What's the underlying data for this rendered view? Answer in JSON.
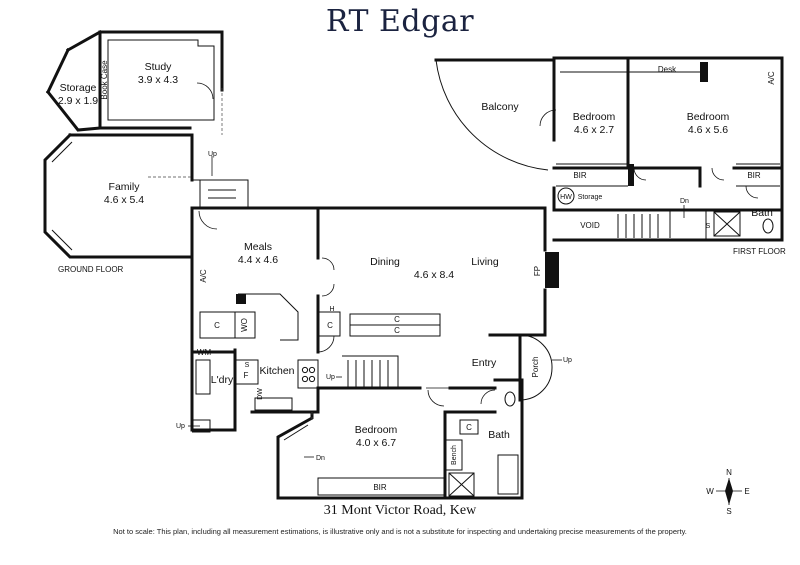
{
  "brand": "RT Edgar",
  "address": "31 Mont Victor Road, Kew",
  "disclaimer": "Not to scale: This plan, including all measurement estimations, is illustrative only and is not a substitute for inspecting and undertaking precise measurements of the property.",
  "levels": {
    "ground": "GROUND FLOOR",
    "first": "FIRST FLOOR"
  },
  "rooms": {
    "study": {
      "name": "Study",
      "size": "3.9 x 4.3"
    },
    "storage": {
      "name": "Storage",
      "size": "2.9 x 1.9"
    },
    "family": {
      "name": "Family",
      "size": "4.6 x 5.4"
    },
    "meals": {
      "name": "Meals",
      "size": "4.4 x 4.6"
    },
    "dining": {
      "name": "Dining"
    },
    "living": {
      "name": "Living"
    },
    "dining_living_size": "4.6 x 8.4",
    "kitchen": {
      "name": "Kitchen"
    },
    "laundry": {
      "name": "L'dry"
    },
    "entry": {
      "name": "Entry"
    },
    "porch": {
      "name": "Porch"
    },
    "bedroom_ground": {
      "name": "Bedroom",
      "size": "4.0 x 6.7"
    },
    "bath_ground": {
      "name": "Bath"
    },
    "balcony": {
      "name": "Balcony"
    },
    "bedroom_first_small": {
      "name": "Bedroom",
      "size": "4.6 x 2.7"
    },
    "bedroom_first_large": {
      "name": "Bedroom",
      "size": "4.6 x 5.6"
    },
    "bath_first": {
      "name": "Bath"
    },
    "void": {
      "name": "VOID"
    }
  },
  "fixtures": {
    "book_case": "Book Case",
    "desk": "Desk",
    "ac": "A/C",
    "bir": "BIR",
    "hw": "HW",
    "storage": "Storage",
    "fp": "FP",
    "closet": "C",
    "h": "H",
    "wo": "WO",
    "wm": "WM",
    "f": "F",
    "s": "S",
    "dw": "DW",
    "bench": "Bench",
    "up": "Up",
    "dn": "Dn"
  },
  "compass": {
    "n": "N",
    "s": "S",
    "e": "E",
    "w": "W"
  }
}
